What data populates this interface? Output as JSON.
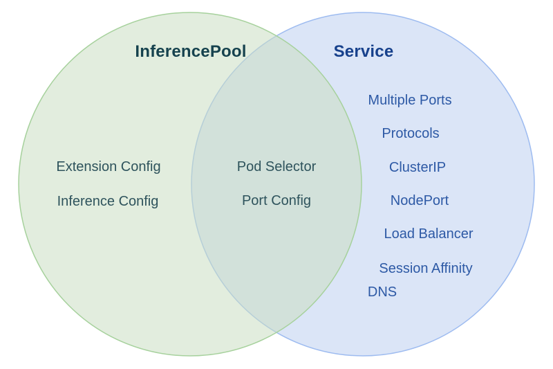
{
  "venn": {
    "left": {
      "title": "InferencePool",
      "items": [
        "Extension Config",
        "Inference Config"
      ]
    },
    "intersection": {
      "items": [
        "Pod Selector",
        "Port Config"
      ]
    },
    "right": {
      "title": "Service",
      "items": [
        "Multiple Ports",
        "Protocols",
        "ClusterIP",
        "NodePort",
        "Load Balancer",
        "Session Affinity",
        "DNS"
      ]
    }
  },
  "colors": {
    "green_fill": "#cbdec3",
    "green_stroke": "#a6d19c",
    "blue_fill": "#dbe5f7",
    "blue_stroke": "#9dbbf0",
    "teal_title": "#16424e",
    "teal_text": "#2e535c",
    "blue_title": "#17418c",
    "blue_text": "#2d59a5"
  }
}
